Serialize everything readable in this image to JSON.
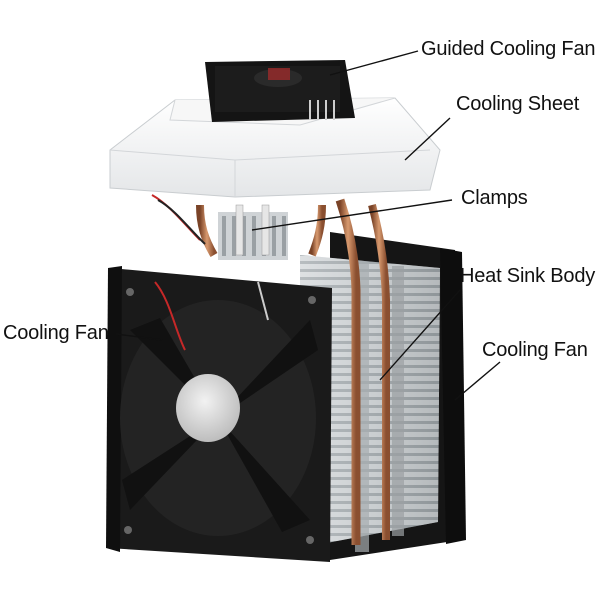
{
  "labels": {
    "guided_cooling_fan": "Guided Cooling Fan",
    "cooling_sheet": "Cooling Sheet",
    "clamps": "Clamps",
    "heat_sink_body": "Heat Sink Body",
    "cooling_fan_left": "Cooling Fan",
    "cooling_fan_right": "Cooling Fan"
  },
  "colors": {
    "background": "#ffffff",
    "fan_body": "#1b1b1b",
    "fan_blade": "#222222",
    "fan_hub": "#d9d9d9",
    "cooling_sheet": "#f3f3f3",
    "heat_sink_fin": "#bfc3c6",
    "copper_pipe": "#b5704a",
    "leader_line": "#111111"
  },
  "icons": {
    "guided_fan": "small-fan",
    "main_fan": "fan",
    "cooling_sheet": "plastic-block",
    "heat_sink": "aluminum-fins",
    "heat_pipes": "copper-pipes"
  }
}
